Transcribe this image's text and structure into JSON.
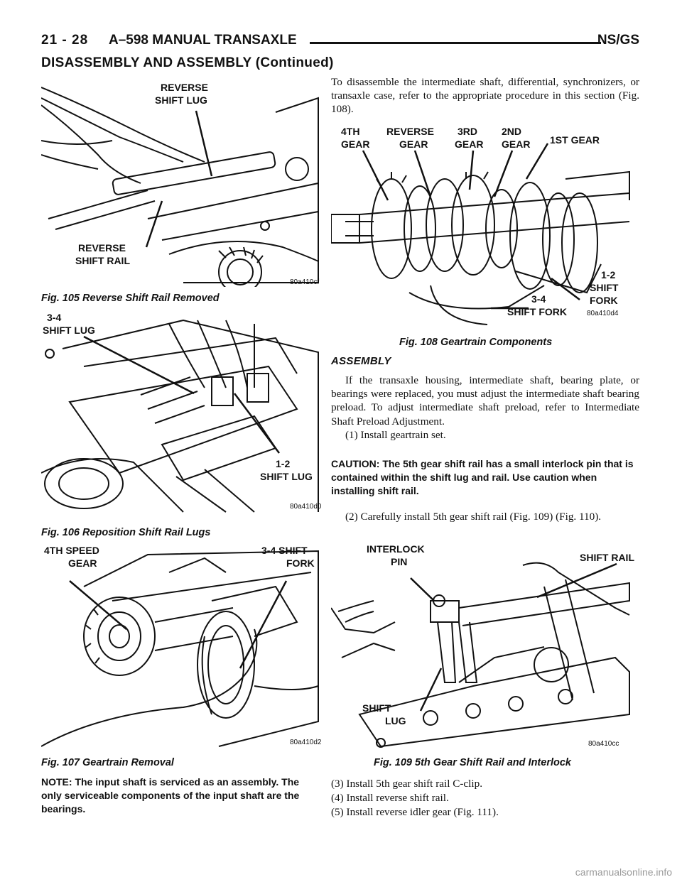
{
  "header": {
    "page_number": "21 - 28",
    "title": "A–598 MANUAL TRANSAXLE",
    "model": "NS/GS"
  },
  "section_heading": "DISASSEMBLY AND ASSEMBLY (Continued)",
  "figures": {
    "fig105": {
      "labels": [
        "REVERSE",
        "SHIFT LUG",
        "REVERSE",
        "SHIFT RAIL"
      ],
      "code": "80a410cf",
      "caption": "Fig. 105 Reverse Shift Rail Removed"
    },
    "fig106": {
      "labels": [
        "3-4",
        "SHIFT LUG",
        "1-2",
        "SHIFT LUG"
      ],
      "code": "80a410d0",
      "caption": "Fig. 106 Reposition Shift Rail Lugs"
    },
    "fig107": {
      "labels": [
        "4TH SPEED",
        "GEAR",
        "3-4 SHIFT",
        "FORK"
      ],
      "code": "80a410d2",
      "caption": "Fig. 107 Geartrain Removal"
    },
    "fig108": {
      "labels": [
        "4TH",
        "GEAR",
        "REVERSE",
        "GEAR",
        "3RD",
        "GEAR",
        "2ND",
        "GEAR",
        "1ST GEAR",
        "1-2",
        "SHIFT",
        "FORK",
        "3-4",
        "SHIFT FORK"
      ],
      "code": "80a410d4",
      "caption": "Fig. 108 Geartrain Components"
    },
    "fig109": {
      "labels": [
        "INTERLOCK",
        "PIN",
        "SHIFT RAIL",
        "SHIFT",
        "LUG"
      ],
      "code": "80a410cc",
      "caption": "Fig. 109 5th Gear Shift Rail and Interlock"
    }
  },
  "note": "NOTE: The input shaft is serviced as an assembly. The only serviceable components of the input shaft are the bearings.",
  "intro_para": "To disassemble the intermediate shaft, differential, synchronizers, or transaxle case, refer to the appropriate procedure in this section (Fig. 108).",
  "assembly": {
    "heading": "ASSEMBLY",
    "para": "If the transaxle housing, intermediate shaft, bearing plate, or bearings were replaced, you must adjust the intermediate shaft bearing preload. To adjust intermediate shaft preload, refer to Intermediate Shaft Preload Adjustment.",
    "step1": "(1) Install geartrain set.",
    "caution": "CAUTION: The 5th gear shift rail has a small interlock pin that is contained within the shift lug and rail. Use caution when installing shift rail.",
    "step2": "(2) Carefully install 5th gear shift rail (Fig. 109) (Fig. 110).",
    "step3": "(3) Install 5th gear shift rail C-clip.",
    "step4": "(4) Install reverse shift rail.",
    "step5": "(5) Install reverse idler gear (Fig. 111)."
  },
  "watermark": "carmanualsonline.info"
}
